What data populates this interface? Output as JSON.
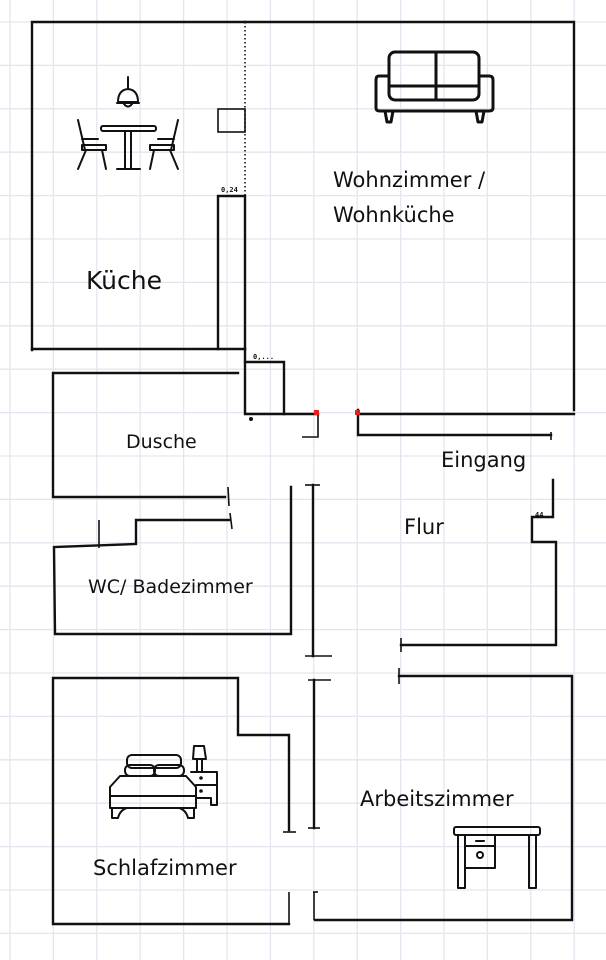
{
  "plan": {
    "rooms": [
      {
        "id": "kueche",
        "label": "Küche"
      },
      {
        "id": "wohnzimmer",
        "label_line1": "Wohnzimmer /",
        "label_line2": "Wohnküche"
      },
      {
        "id": "dusche",
        "label": "Dusche"
      },
      {
        "id": "eingang",
        "label": "Eingang"
      },
      {
        "id": "flur",
        "label": "Flur"
      },
      {
        "id": "wc",
        "label": "WC/ Badezimmer"
      },
      {
        "id": "schlafzimmer",
        "label": "Schlafzimmer"
      },
      {
        "id": "arbeitszimmer",
        "label": "Arbeitszimmer"
      }
    ],
    "dimensions": {
      "kitchen_wall": "0,24",
      "hall_notch": "44",
      "small_box": "0,..."
    },
    "icons": [
      "pendant-lamp-icon",
      "dining-table-icon",
      "sofa-icon",
      "bed-icon",
      "desk-icon"
    ],
    "colors": {
      "wall": "#111111",
      "grid": "#e3e6ee",
      "marker": "#e0201b"
    }
  }
}
